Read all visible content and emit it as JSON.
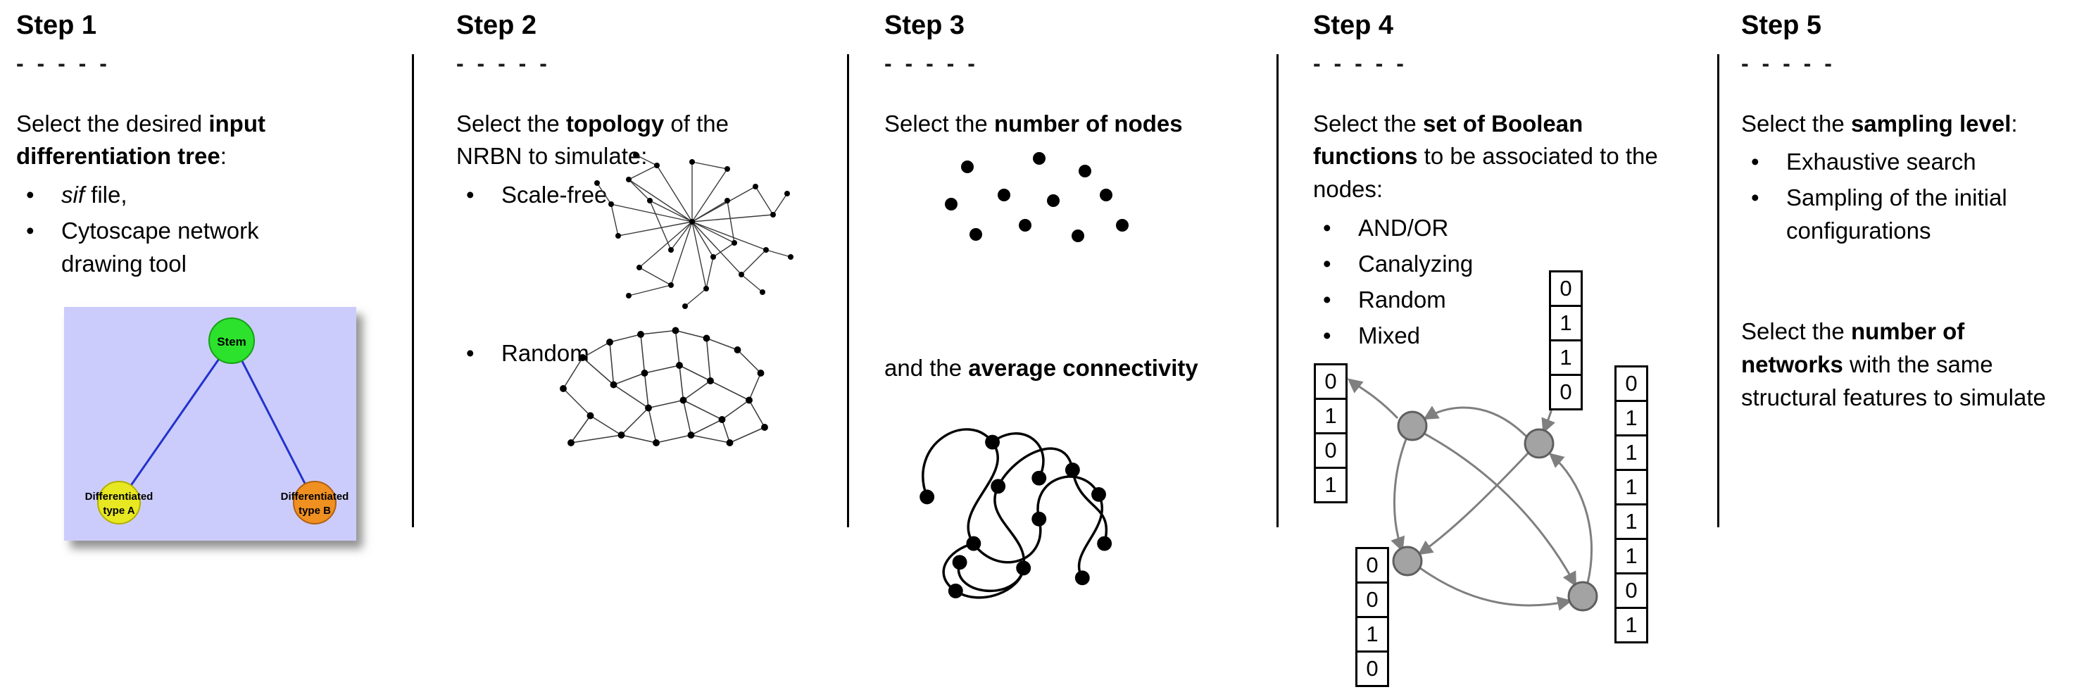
{
  "step1": {
    "title": "Step 1",
    "dashes": "- - - - -",
    "text_pre": "Select the desired ",
    "text_bold": "input differentiation tree",
    "text_post": ":",
    "bullet1_italic": "sif",
    "bullet1_rest": " file,",
    "bullet2": "Cytoscape network drawing tool",
    "tree": {
      "root": "Stem",
      "left_line1": "Differentiated",
      "left_line2": "type A",
      "right_line1": "Differentiated",
      "right_line2": "type B",
      "colors": {
        "background": "#ccccfc",
        "root": "#2ce22c",
        "left": "#e8e822",
        "right": "#ef9021",
        "edge": "#2233cc"
      }
    }
  },
  "step2": {
    "title": "Step 2",
    "dashes": "- - - - -",
    "text_pre": "Select the ",
    "text_bold": "topology",
    "text_post": " of the NRBN to simulate:",
    "bullet1": "Scale-free",
    "bullet2": "Random"
  },
  "step3": {
    "title": "Step 3",
    "dashes": "- - - - -",
    "text1_pre": "Select the ",
    "text1_bold": "number of nodes",
    "text2_pre": "and the ",
    "text2_bold": "average connectivity"
  },
  "step4": {
    "title": "Step 4",
    "dashes": "- - - - -",
    "text_pre": "Select the ",
    "text_bold": "set of Boolean functions",
    "text_post": " to be associated to the nodes:",
    "bullets": [
      "AND/OR",
      "Canalyzing",
      "Random",
      "Mixed"
    ],
    "node_color": "#a3a3a3",
    "tables": {
      "left": [
        "0",
        "1",
        "0",
        "1"
      ],
      "top": [
        "0",
        "1",
        "1",
        "0"
      ],
      "right": [
        "0",
        "1",
        "1",
        "1",
        "1",
        "1",
        "0",
        "1"
      ],
      "bottom": [
        "0",
        "0",
        "1",
        "0"
      ]
    }
  },
  "step5": {
    "title": "Step 5",
    "dashes": "- - - - -",
    "text1_pre": "Select the ",
    "text1_bold": "sampling level",
    "text1_post": ":",
    "bullet1": "Exhaustive search",
    "bullet2": "Sampling of the initial configurations",
    "text2_pre": "Select the ",
    "text2_bold": "number of networks",
    "text2_post": " with the same structural features to simulate"
  }
}
